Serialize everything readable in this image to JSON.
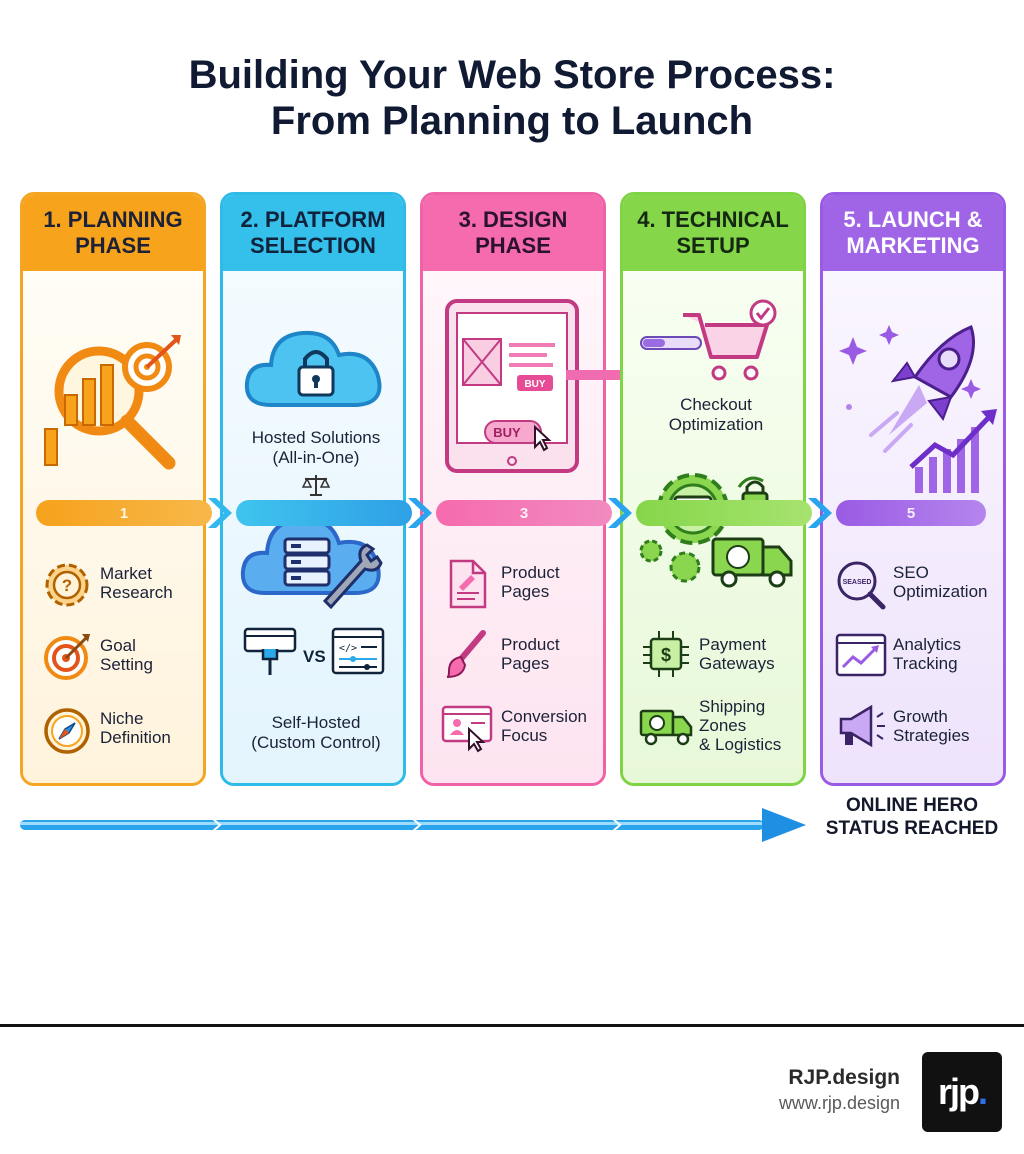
{
  "title": {
    "line1": "Building Your Web Store Process:",
    "line2": "From Planning to Launch"
  },
  "columns": [
    {
      "label": "1. PLANNING PHASE",
      "line1": "1. PLANNING",
      "line2": "PHASE",
      "number": "1",
      "items": [
        {
          "line1": "Market",
          "line2": "Research",
          "icon": "question-gear-icon"
        },
        {
          "line1": "Goal",
          "line2": "Setting",
          "icon": "target-icon"
        },
        {
          "line1": "Niche",
          "line2": "Definition",
          "icon": "compass-icon"
        }
      ]
    },
    {
      "label": "2. PLATFORM SELECTION",
      "line1": "2. PLATFORM",
      "line2": "SELECTION",
      "hosted": {
        "line1": "Hosted Solutions",
        "line2": "(All-in-One)"
      },
      "vs": "VS",
      "self_hosted": {
        "line1": "Self-Hosted",
        "line2": "(Custom Control)"
      }
    },
    {
      "label": "3. DESIGN PHASE",
      "line1": "3. DESIGN",
      "line2": "PHASE",
      "number": "3",
      "buy_small": "BUY",
      "buy_large": "BUY",
      "items": [
        {
          "line1": "Product",
          "line2": "Pages",
          "icon": "document-icon"
        },
        {
          "line1": "Product",
          "line2": "Pages",
          "icon": "paintbrush-icon"
        },
        {
          "line1": "Conversion",
          "line2": "Focus",
          "icon": "browser-cursor-icon"
        }
      ]
    },
    {
      "label": "4. TECHNICAL SETUP",
      "line1": "4. TECHNICAL",
      "line2": "SETUP",
      "checkout": {
        "line1": "Checkout",
        "line2": "Optimization"
      },
      "items": [
        {
          "line1": "Payment",
          "line2": "Gateways",
          "icon": "dollar-chip-icon"
        },
        {
          "line1": "Shipping",
          "line2": "Zones",
          "line3": "& Logistics",
          "icon": "truck-icon"
        }
      ]
    },
    {
      "label": "5. LAUNCH & MARKETING",
      "line1": "5. LAUNCH &",
      "line2": "MARKETING",
      "number": "5",
      "items": [
        {
          "line1": "SEO",
          "line2": "Optimization",
          "icon": "search-icon",
          "icon_text": "SEASED"
        },
        {
          "line1": "Analytics",
          "line2": "Tracking",
          "icon": "chart-window-icon"
        },
        {
          "line1": "Growth",
          "line2": "Strategies",
          "icon": "megaphone-icon"
        }
      ]
    }
  ],
  "finale": {
    "line1": "ONLINE HERO",
    "line2": "STATUS REACHED"
  },
  "brand": {
    "name": "RJP.design",
    "url": "www.rjp.design",
    "logo": "rjp",
    "logo_dot": "."
  },
  "colors": {
    "planning": "#f7a31c",
    "platform": "#35c0ec",
    "design": "#f56bae",
    "technical": "#86d64a",
    "launch": "#a064e6",
    "timeline": "#2aa4ec"
  }
}
